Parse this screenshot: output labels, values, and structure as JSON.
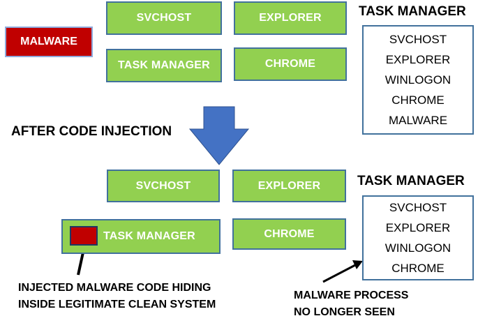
{
  "before": {
    "process_boxes": [
      "SVCHOST",
      "EXPLORER",
      "TASK MANAGER",
      "CHROME"
    ],
    "malware_label": "MALWARE",
    "task_manager": {
      "title": "TASK MANAGER",
      "items": [
        "SVCHOST",
        "EXPLORER",
        "WINLOGON",
        "CHROME",
        "MALWARE"
      ]
    }
  },
  "transition_label": "AFTER CODE INJECTION",
  "after": {
    "process_boxes": [
      "SVCHOST",
      "EXPLORER",
      "TASK MANAGER",
      "CHROME"
    ],
    "task_manager": {
      "title": "TASK MANAGER",
      "items": [
        "SVCHOST",
        "EXPLORER",
        "WINLOGON",
        "CHROME"
      ]
    }
  },
  "annotations": {
    "injected_line1": "INJECTED MALWARE CODE HIDING",
    "injected_line2": "INSIDE LEGITIMATE CLEAN SYSTEM",
    "hidden_line1": "MALWARE PROCESS",
    "hidden_line2": "NO LONGER SEEN"
  },
  "colors": {
    "process_fill": "#92d050",
    "malware_fill": "#c00000",
    "border_blue": "#41719c",
    "arrow_blue": "#4472c4"
  }
}
